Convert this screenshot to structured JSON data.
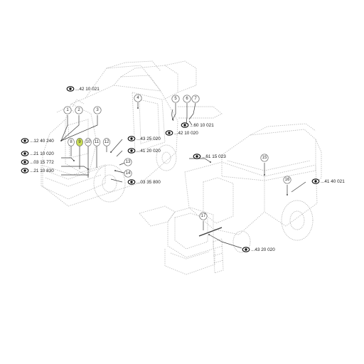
{
  "colors": {
    "highlight": "#c9dd55",
    "machine_outline": "#bdbdbd",
    "leader": "#3a3a3a"
  },
  "icons": {
    "ref_marker": "eye-icon"
  },
  "callouts": [
    "1",
    "2",
    "3",
    "4",
    "5",
    "6",
    "7",
    "8",
    "9",
    "10",
    "11",
    "12",
    "13",
    "14",
    "15",
    "16",
    "17"
  ],
  "highlighted_callout": "9",
  "references": [
    "...42 10 021",
    "...60 10 021",
    "...42 10 020",
    "...12 40 240",
    "...43 25 020",
    "...21 10 020",
    "...41 20 020",
    "...03 15 772",
    "...61 15 023",
    "...21 10 830",
    "...41 40 021",
    "...03 35 800",
    "...43 20 020"
  ]
}
